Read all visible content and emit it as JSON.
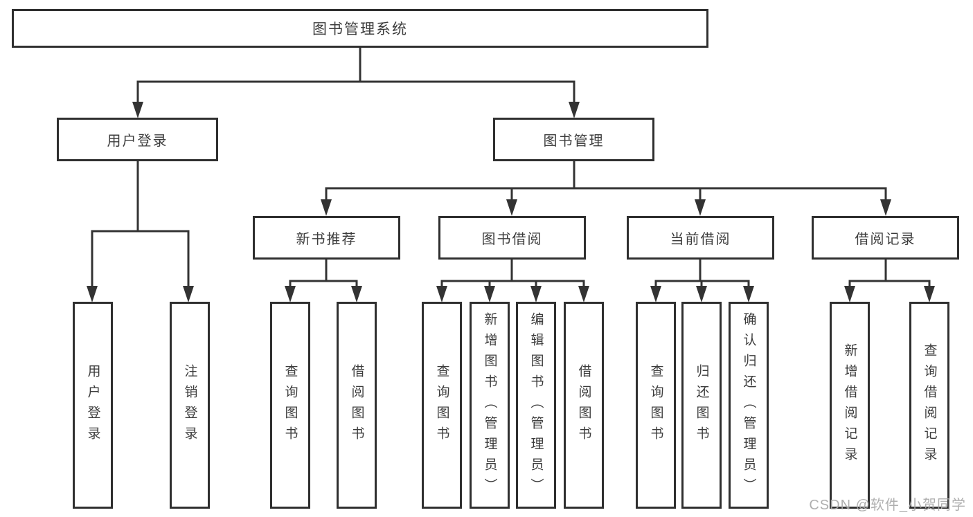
{
  "tree": {
    "label": "图书管理系统",
    "children": [
      {
        "label": "用户登录",
        "children": [
          {
            "label": "用户登录"
          },
          {
            "label": "注销登录"
          }
        ]
      },
      {
        "label": "图书管理",
        "children": [
          {
            "label": "新书推荐",
            "children": [
              {
                "label": "查询图书"
              },
              {
                "label": "借阅图书"
              }
            ]
          },
          {
            "label": "图书借阅",
            "children": [
              {
                "label": "查询图书"
              },
              {
                "label": "新增图书（管理员）"
              },
              {
                "label": "编辑图书（管理员）"
              },
              {
                "label": "借阅图书"
              }
            ]
          },
          {
            "label": "当前借阅",
            "children": [
              {
                "label": "查询图书"
              },
              {
                "label": "归还图书"
              },
              {
                "label": "确认归还（管理员）"
              }
            ]
          },
          {
            "label": "借阅记录",
            "children": [
              {
                "label": "新增借阅记录"
              },
              {
                "label": "查询借阅记录"
              }
            ]
          }
        ]
      }
    ]
  },
  "watermark": "CSDN @软件_小贺同学",
  "colors": {
    "line": "#333333",
    "border": "#2f2f2f",
    "text": "#3c3c3c",
    "watermark": "#a8a8a8"
  }
}
